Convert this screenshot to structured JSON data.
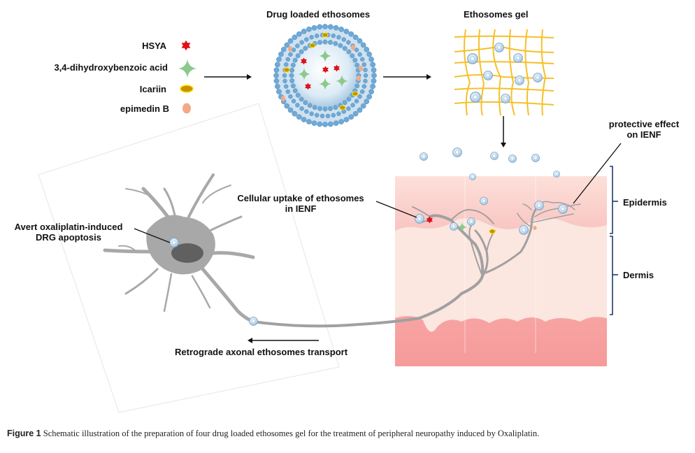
{
  "legend": {
    "items": [
      {
        "label": "HSYA",
        "icon": "red-star-icon",
        "color": "#e0101a"
      },
      {
        "label": "3,4-dihydroxybenzoic acid",
        "icon": "green-four-point-star-icon",
        "color": "#8cc98c"
      },
      {
        "label": "Icariin",
        "icon": "yellow-blob-icon",
        "color": "#c89000"
      },
      {
        "label": "epimedin B",
        "icon": "salmon-oval-icon",
        "color": "#f4a986"
      }
    ]
  },
  "stages": {
    "ethosome_title": "Drug loaded ethosomes",
    "gel_title": "Ethosomes  gel"
  },
  "skin": {
    "epidermis_label": "Epidermis",
    "dermis_label": "Dermis",
    "protective_label_line1": "protective effect",
    "protective_label_line2": "on IENF",
    "uptake_label_line1": "Cellular uptake of  ethosomes",
    "uptake_label_line2": "in IENF"
  },
  "neuron": {
    "label_line1": "Avert oxaliplatin-induced",
    "label_line2": "DRG apoptosis",
    "transport_label": "Retrograde  axonal ethosomes transport"
  },
  "colors": {
    "lipid": "#6fa9d6",
    "gel": "#f5c02a",
    "skin_epidermis": "#f7c4c0",
    "skin_dermis": "#fbe6e0",
    "neuron": "#a0a0a0",
    "bracket": "#1f3a6e"
  },
  "caption": {
    "figure_label": "Figure 1",
    "text": " Schematic illustration of the preparation of four drug loaded ethosomes gel for the treatment of peripheral neuropathy induced by Oxaliplatin."
  }
}
